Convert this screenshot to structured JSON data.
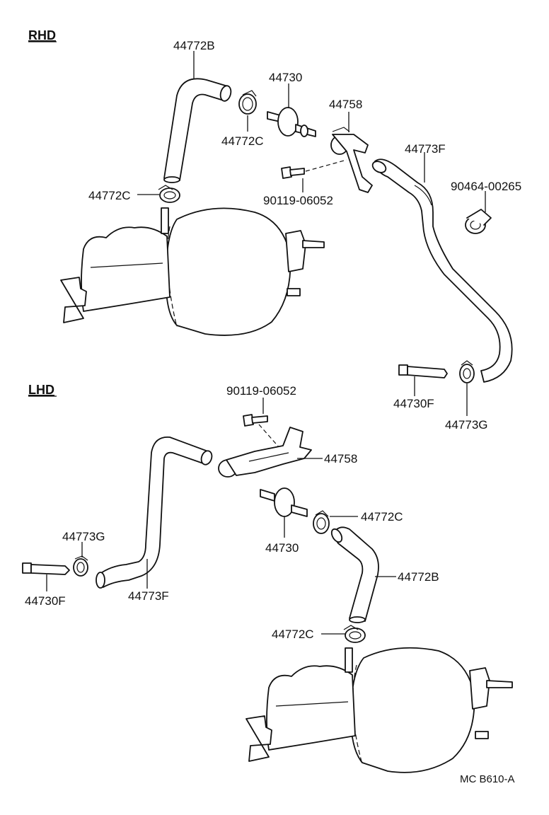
{
  "sections": {
    "rhd": "RHD",
    "lhd": "LHD"
  },
  "rhd_labels": {
    "hose_b": "44772B",
    "valve": "44730",
    "clamp_c_upper": "44772C",
    "bracket": "44758",
    "hose_f": "44773F",
    "clamp_c_lower": "44772C",
    "bolt": "90119-06052",
    "clip": "90464-00265",
    "union": "44730F",
    "clamp_g": "44773G"
  },
  "lhd_labels": {
    "bolt": "90119-06052",
    "bracket": "44758",
    "clamp_c_upper": "44772C",
    "valve": "44730",
    "clamp_g": "44773G",
    "hose_b": "44772B",
    "union": "44730F",
    "hose_f": "44773F",
    "clamp_c_lower": "44772C"
  },
  "footer": {
    "code": "MC  B610-A"
  }
}
